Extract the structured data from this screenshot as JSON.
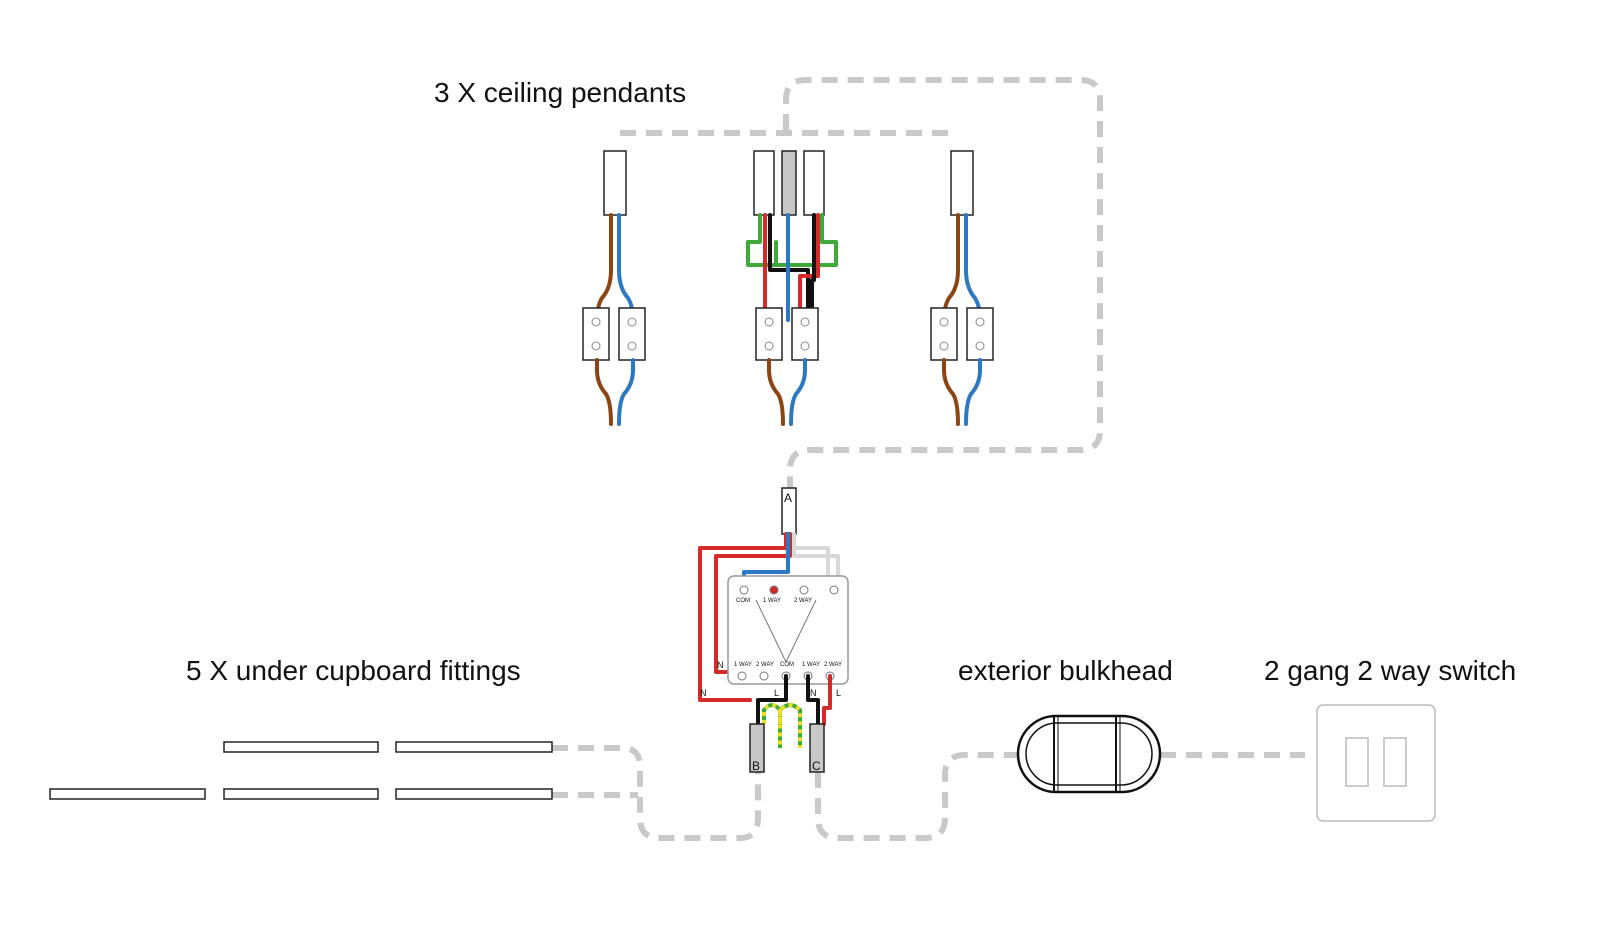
{
  "labels": {
    "ceiling_pendants": "3 X ceiling pendants",
    "under_cupboard": "5 X under cupboard fittings",
    "exterior_bulkhead": "exterior bulkhead",
    "switch": "2 gang 2 way switch"
  },
  "junction_box": {
    "top_terminals": [
      "COM",
      "1 WAY",
      "2 WAY"
    ],
    "bottom_terminals": [
      "1 WAY",
      "2 WAY",
      "COM",
      "1 WAY",
      "2 WAY"
    ],
    "side_markers": [
      "N",
      "L",
      "N",
      "L",
      "N"
    ]
  },
  "cable_tags": {
    "a": "A",
    "b": "B",
    "c": "C"
  },
  "colors": {
    "brown": "#8b4513",
    "blue": "#2b79c2",
    "red": "#d42a2a",
    "black": "#111111",
    "green": "#3faa3a",
    "yellow": "#e8e020",
    "dashed_cable": "#c9c9c9"
  }
}
